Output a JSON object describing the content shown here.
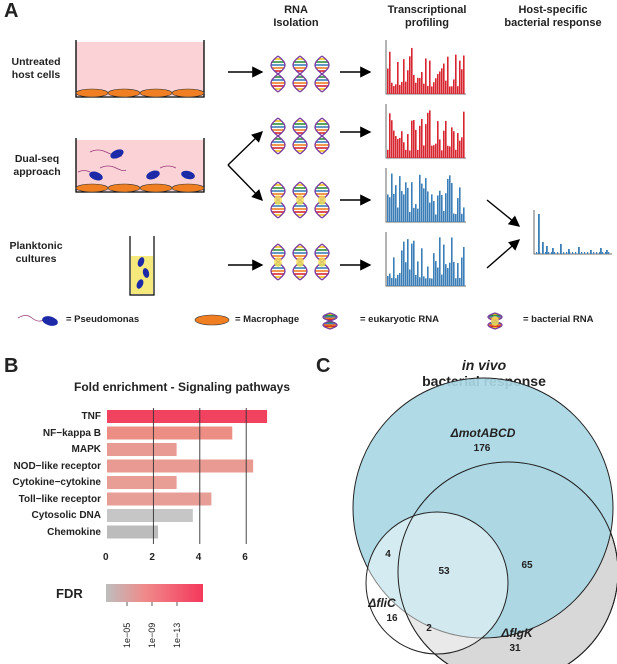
{
  "panel_a": {
    "letter": "A",
    "headers": {
      "rna_isolation": "RNA Isolation",
      "transcriptional_profiling": "Transcriptional profiling",
      "host_specific": "Host-specific bacterial response"
    },
    "rows": {
      "untreated": "Untreated host cells",
      "dualseq": "Dual-seq approach",
      "planktonic": "Planktonic cultures"
    },
    "legend": {
      "pseudomonas": "= Pseudomonas",
      "macrophage": "= Macrophage",
      "eukaryotic": "= eukaryotic RNA",
      "bacterial": "= bacterial RNA"
    },
    "colors": {
      "host": "#d7262f",
      "bacterial": "#3c7fb8",
      "medium": "#fbd3d6",
      "cell": "#ef7f22",
      "bug": "#1c2aa8",
      "culture": "#f4e97a"
    }
  },
  "panel_b": {
    "letter": "B",
    "chart_data": {
      "type": "bar",
      "orientation": "horizontal",
      "title": "Fold enrichment - Signaling pathways",
      "categories": [
        "TNF",
        "NF−kappa B",
        "MAPK",
        "NOD−like receptor",
        "Cytokine−cytokine",
        "Toll−like receptor",
        "Cytosolic DNA",
        "Chemokine"
      ],
      "values": [
        6.9,
        5.4,
        3.0,
        6.3,
        3.0,
        4.5,
        3.7,
        2.2
      ],
      "fdr_colors": [
        "#f1435f",
        "#ec8e84",
        "#e89b93",
        "#e99a92",
        "#e89d95",
        "#e79e96",
        "#c6c6c6",
        "#bcbcbc"
      ],
      "x_ticks": [
        "0",
        "2",
        "4",
        "6"
      ],
      "xlim": [
        0,
        7
      ],
      "gridlines": [
        2,
        4,
        6
      ],
      "colorbar": {
        "label": "FDR",
        "ticks": [
          "1e−05",
          "1e−09",
          "1e−13"
        ],
        "colors": [
          "#bebebe",
          "#f4385c"
        ]
      }
    }
  },
  "panel_c": {
    "letter": "C",
    "title_italic": "in vivo",
    "title_rest": "bacterial response",
    "sets": {
      "motABCD": "ΔmotABCD",
      "fliC": "ΔfliC",
      "flgK": "ΔflgK"
    },
    "counts": {
      "motABCD_only": "176",
      "motABCD_fliC": "4",
      "all_three": "53",
      "motABCD_flgK": "65",
      "fliC_only": "16",
      "fliC_flgK": "2",
      "flgK_only": "31"
    },
    "colors": {
      "motABCD": "#a9d7e4",
      "flgK": "#d8d8d8",
      "fliC": "#ffffff"
    }
  }
}
